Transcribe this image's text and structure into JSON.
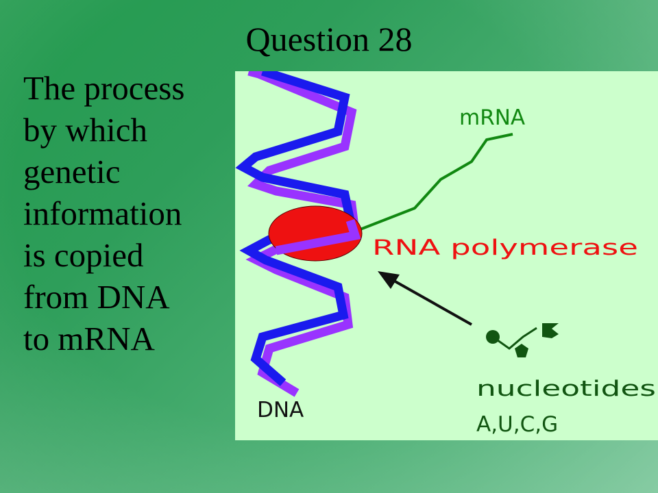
{
  "slide": {
    "title": "Question 28",
    "body_lines": [
      "The process",
      "by which",
      "genetic",
      "information",
      "is copied",
      "from DNA",
      "to mRNA"
    ]
  },
  "diagram": {
    "labels": {
      "mrna": "mRNA",
      "polymerase": "RNA polymerase",
      "nucleotides": "nucleotides",
      "bases": "A,U,C,G",
      "dna": "DNA"
    },
    "colors": {
      "background": "#ccffcc",
      "dna_strand_1": "#1a1aee",
      "dna_strand_2": "#9933ff",
      "mrna": "#118811",
      "polymerase": "#ee1111",
      "polymerase_label": "#ee1111",
      "arrow": "#111111",
      "nucleotides": "#115511"
    }
  }
}
